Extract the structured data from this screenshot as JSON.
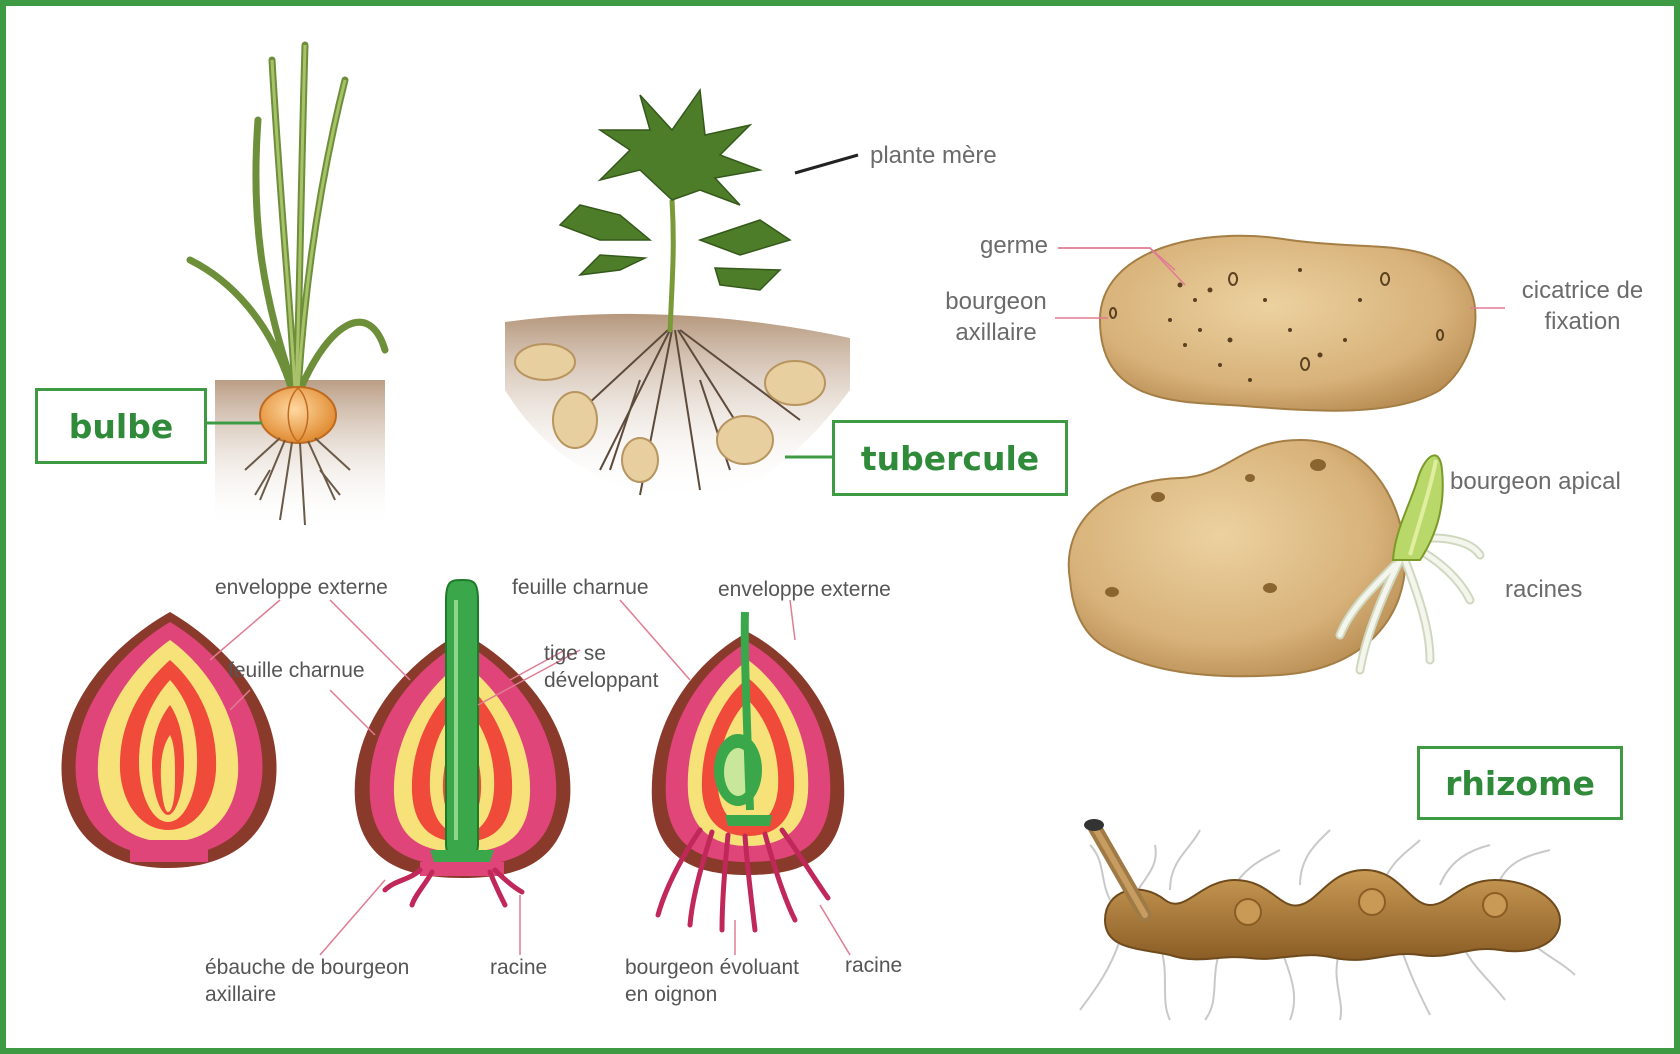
{
  "titles": {
    "bulbe": "bulbe",
    "tubercule": "tubercule",
    "rhizome": "rhizome"
  },
  "labels": {
    "plante_mere": "plante mère",
    "germe": "germe",
    "bourgeon_axillaire": "bourgeon\naxillaire",
    "cicatrice": "cicatrice de\nfixation",
    "bourgeon_apical": "bourgeon apical",
    "racines": "racines",
    "enveloppe_externe_1": "enveloppe externe",
    "feuille_charnue_1": "feuille charnue",
    "feuille_charnue_2": "feuille charnue",
    "tige": "tige se\ndéveloppant",
    "enveloppe_externe_2": "enveloppe externe",
    "ebauche": "ébauche de bourgeon\naxillaire",
    "racine_1": "racine",
    "bourgeon_evoluant": "bourgeon évoluant\nen oignon",
    "racine_2": "racine"
  },
  "colors": {
    "frame": "#3e9b44",
    "label_text": "#6b6b6b",
    "potato": "#d9b57e",
    "onion_outer": "#e0457a",
    "onion_inner": "#f7e27a",
    "stem": "#3aa84a"
  }
}
